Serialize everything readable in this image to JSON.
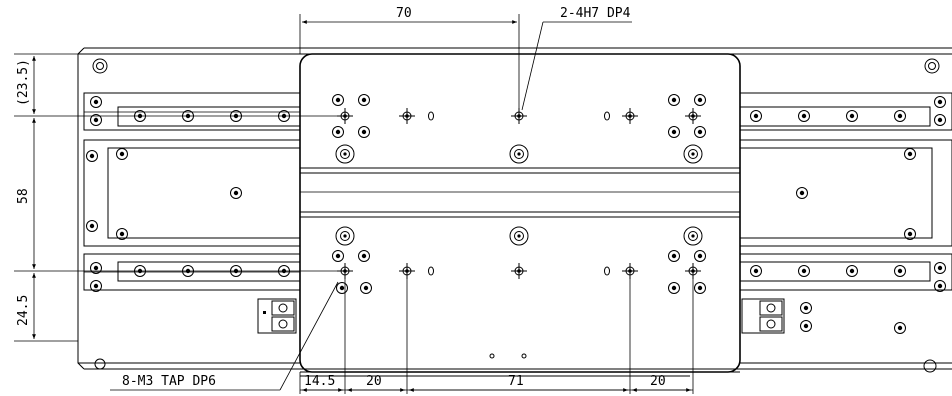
{
  "labels": {
    "dim_top": "70",
    "callout_top": "2-4H7 DP4",
    "dim_left_top": "(23.5)",
    "dim_left_mid": "58",
    "dim_left_bottom": "24.5",
    "callout_bottom": "8-M3 TAP DP6",
    "dim_b1": "14.5",
    "dim_b2": "20",
    "dim_b3": "71",
    "dim_b4": "20"
  }
}
